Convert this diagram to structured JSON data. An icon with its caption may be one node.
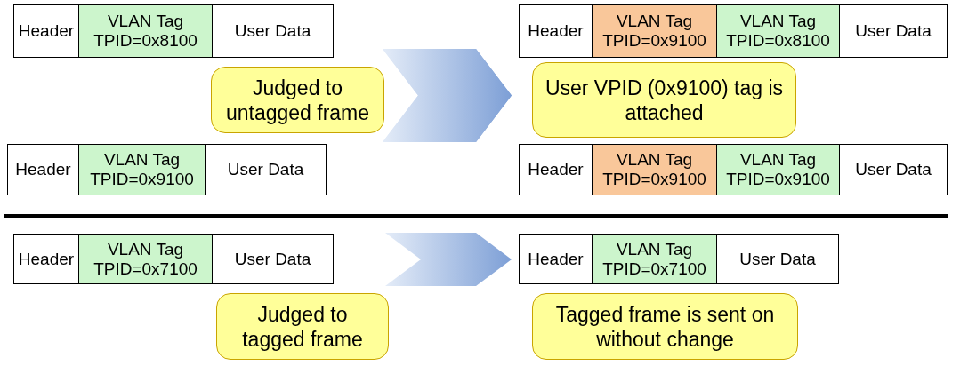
{
  "diagram": {
    "nodes": [
      {
        "text": [],
        "shape": "box"
      },
      {
        "text": [
          "Header"
        ],
        "in": 0
      },
      {
        "text": [
          "VLAN Tag",
          "TPID=0x8100"
        ],
        "in": 0
      },
      {
        "text": [
          "User Data"
        ],
        "in": 0
      },
      {
        "text": [],
        "shape": "box"
      },
      {
        "text": [
          "Header"
        ],
        "in": 4
      },
      {
        "text": [
          "VLAN Tag",
          "TPID=0x9100"
        ],
        "in": 4
      },
      {
        "text": [
          "VLAN Tag",
          "TPID=0x8100"
        ],
        "in": 4
      },
      {
        "text": [
          "User Data"
        ],
        "in": 4
      },
      {
        "text": [
          "Judged to untagged frame"
        ]
      },
      {
        "text": [
          "User VPID (0x9100) tag is attached"
        ]
      },
      {
        "text": [],
        "shape": "box"
      },
      {
        "text": [
          "Header"
        ],
        "in": 11
      },
      {
        "text": [
          "VLAN Tag",
          "TPID=0x9100"
        ],
        "in": 11
      },
      {
        "text": [
          "User Data"
        ],
        "in": 11
      },
      {
        "text": [],
        "shape": "box"
      },
      {
        "text": [
          "Header"
        ],
        "in": 15
      },
      {
        "text": [
          "VLAN Tag",
          "TPID=0x9100"
        ],
        "in": 15
      },
      {
        "text": [
          "VLAN Tag",
          "TPID=0x9100"
        ],
        "in": 15
      },
      {
        "text": [
          "User Data"
        ],
        "in": 15
      },
      {
        "text": [],
        "shape": "box"
      },
      {
        "text": [
          "Header"
        ],
        "in": 20
      },
      {
        "text": [
          "VLAN Tag",
          "TPID=0x7100"
        ],
        "in": 20
      },
      {
        "text": [
          "User Data"
        ],
        "in": 20
      },
      {
        "text": [],
        "shape": "box"
      },
      {
        "text": [
          "Header"
        ],
        "in": 24
      },
      {
        "text": [
          "VLAN Tag",
          "TPID=0x7100"
        ],
        "in": 24
      },
      {
        "text": [
          "User Data"
        ],
        "in": 24
      },
      {
        "text": [
          "Judged to tagged frame"
        ]
      },
      {
        "text": [
          "Tagged frame is sent on without change"
        ]
      }
    ],
    "edges": [
      {
        "from": 0,
        "to": 4,
        "arrow": "to"
      },
      {
        "from": 11,
        "to": 15,
        "arrow": "to"
      },
      {
        "from": 20,
        "to": 24,
        "arrow": "to"
      }
    ]
  }
}
